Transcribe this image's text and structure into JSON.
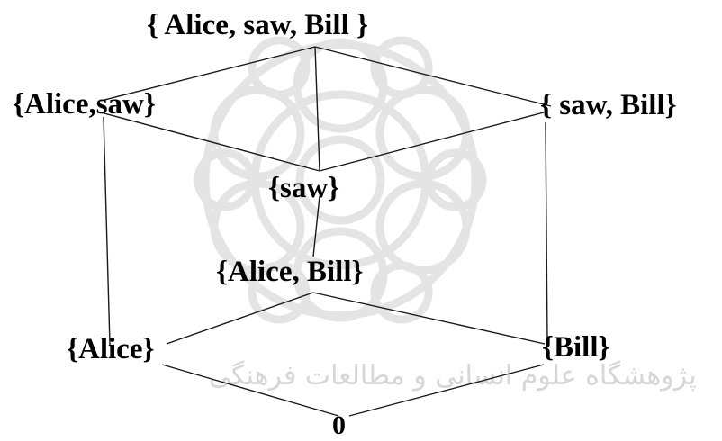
{
  "diagram": {
    "nodes": {
      "top": "{ Alice, saw, Bill }",
      "alice_saw": "{Alice,saw}",
      "saw_bill": "{ saw, Bill}",
      "saw": "{saw}",
      "alice_bill": "{Alice, Bill}",
      "alice": "{Alice}",
      "bill": "{Bill}",
      "bottom": "0"
    },
    "edges": [
      [
        "top",
        "alice_saw"
      ],
      [
        "top",
        "saw_bill"
      ],
      [
        "top",
        "saw"
      ],
      [
        "alice_saw",
        "saw"
      ],
      [
        "saw_bill",
        "saw"
      ],
      [
        "alice_saw",
        "alice"
      ],
      [
        "saw_bill",
        "bill"
      ],
      [
        "saw",
        "alice_bill"
      ],
      [
        "alice_bill",
        "alice"
      ],
      [
        "alice_bill",
        "bill"
      ],
      [
        "alice",
        "bottom"
      ],
      [
        "bill",
        "bottom"
      ]
    ]
  },
  "watermark": {
    "text": "پژوهشگاه علوم انسانی و مطالعات فرهنگی",
    "color": "#d6d6d6"
  },
  "colors": {
    "ink": "#000000",
    "edge": "#1a1a1a",
    "background": "#ffffff"
  }
}
